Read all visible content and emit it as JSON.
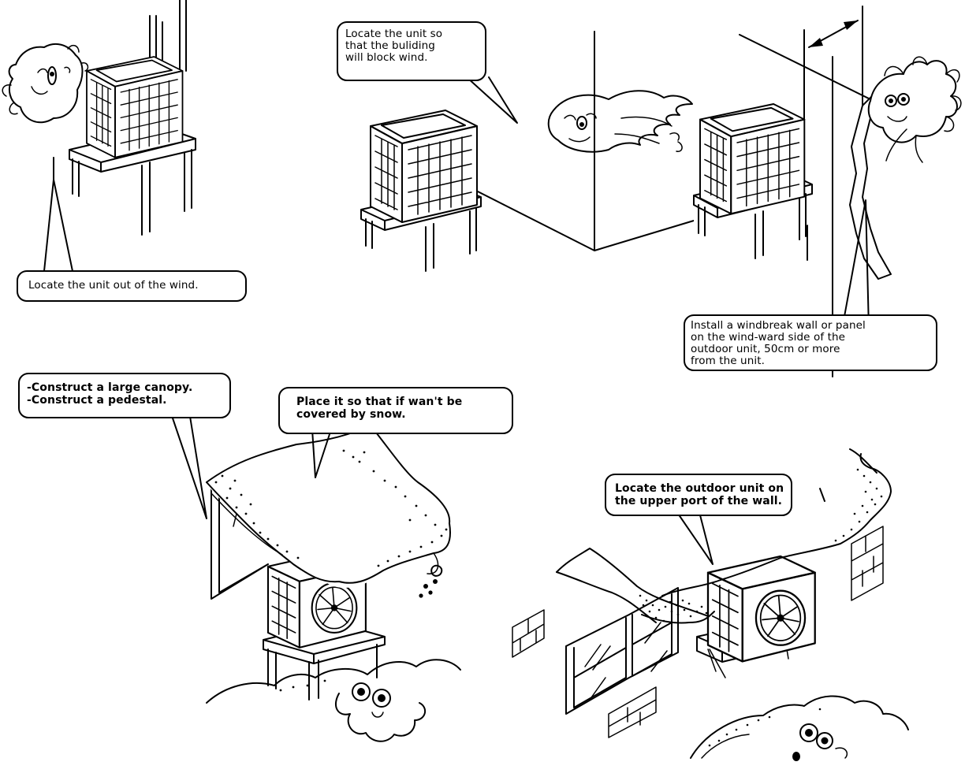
{
  "callouts": {
    "out_of_wind": "Locate the unit out of the wind.",
    "building_block": "Locate the unit so\nthat the buliding\nwill block wind.",
    "windbreak": "Install a windbreak wall or panel\non the wind-ward side of the\noutdoor unit, 50cm or more\nfrom the unit.",
    "canopy_pedestal": "-Construct a large canopy.\n-Construct a pedestal.",
    "not_covered_snow": "Place it so that if wan't be\ncovered by snow.",
    "upper_wall": "Locate the outdoor unit on\nthe upper port of the wall."
  },
  "icons": {
    "wind_face_left": "wind-face-icon",
    "wind_face_middle": "wind-face-icon",
    "wind_face_right": "wind-face-icon",
    "snow_face_left": "snow-face-icon",
    "snow_face_right": "snow-face-icon",
    "outdoor_unit": "outdoor-unit-icon",
    "fan": "fan-icon"
  },
  "colors": {
    "ink": "#000000",
    "paper": "#ffffff"
  }
}
